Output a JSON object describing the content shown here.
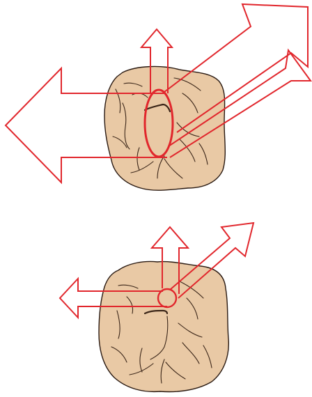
{
  "colors": {
    "background": "#ffffff",
    "tooth_fill": "#e9c9a5",
    "tooth_outline": "#2a1a12",
    "groove": "#3a2518",
    "arrow": "#e1262c",
    "contact": "#e1262c"
  },
  "figures": [
    {
      "id": "upper",
      "contact_shape": "ellipse",
      "arrows": [
        "up",
        "left",
        "upper-right",
        "right-through"
      ]
    },
    {
      "id": "lower",
      "contact_shape": "small-circle",
      "arrows": [
        "up",
        "left",
        "upper-right"
      ]
    }
  ]
}
